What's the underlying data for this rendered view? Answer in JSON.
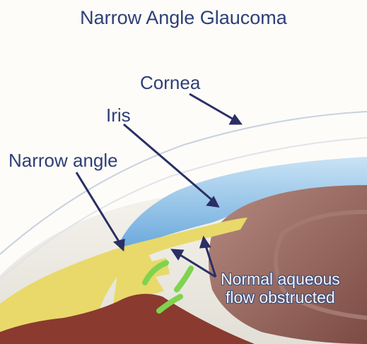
{
  "diagram": {
    "title": "Narrow Angle Glaucoma",
    "labels": {
      "cornea": "Cornea",
      "iris": "Iris",
      "narrow_angle": "Narrow angle",
      "flow_line1": "Normal aqueous",
      "flow_line2": "flow obstructed"
    },
    "colors": {
      "background": "#fdfcf8",
      "text": "#2d3f78",
      "arrow": "#2a2f66",
      "iris": "#8fc3e8",
      "lens": "#9b6d63",
      "ciliary": "#e8d96a",
      "flow": "#7fd34e"
    }
  }
}
